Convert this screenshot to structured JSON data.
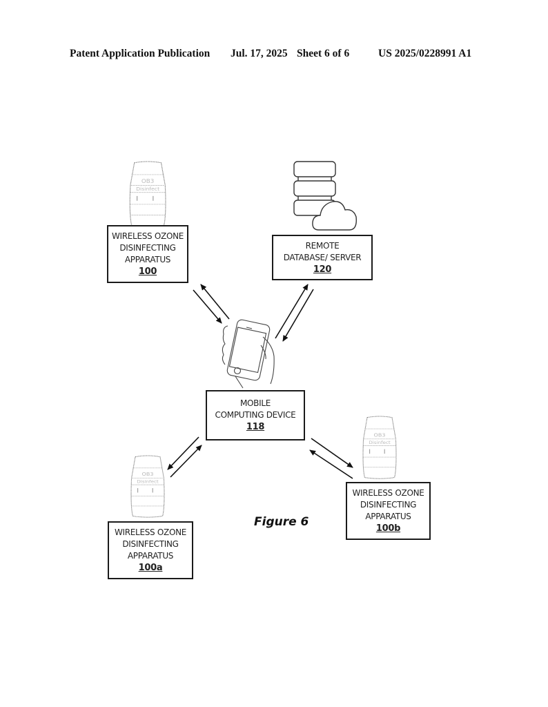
{
  "header": {
    "publication": "Patent Application Publication",
    "date": "Jul. 17, 2025",
    "sheet": "Sheet 6 of 6",
    "number": "US 2025/0228991 A1"
  },
  "nodes": {
    "apparatus_100": {
      "lines": [
        "WIRELESS OZONE",
        "DISINFECTING",
        "APPARATUS"
      ],
      "ref": "100",
      "icon": "ozone-apparatus-icon"
    },
    "server_120": {
      "lines": [
        "REMOTE",
        "DATABASE/ SERVER"
      ],
      "ref": "120",
      "icon": "database-cloud-icon"
    },
    "mobile_118": {
      "lines": [
        "MOBILE",
        "COMPUTING DEVICE"
      ],
      "ref": "118",
      "icon": "smartphone-in-hand-icon"
    },
    "apparatus_100a": {
      "lines": [
        "WIRELESS OZONE",
        "DISINFECTING",
        "APPARATUS"
      ],
      "ref": "100a",
      "icon": "ozone-apparatus-icon"
    },
    "apparatus_100b": {
      "lines": [
        "WIRELESS OZONE",
        "DISINFECTING",
        "APPARATUS"
      ],
      "ref": "100b",
      "icon": "ozone-apparatus-icon"
    }
  },
  "connections": [
    {
      "from": "mobile_118",
      "to": "apparatus_100",
      "type": "bidirectional"
    },
    {
      "from": "mobile_118",
      "to": "server_120",
      "type": "bidirectional"
    },
    {
      "from": "mobile_118",
      "to": "apparatus_100a",
      "type": "bidirectional"
    },
    {
      "from": "mobile_118",
      "to": "apparatus_100b",
      "type": "bidirectional"
    }
  ],
  "figure_label": "Figure 6"
}
